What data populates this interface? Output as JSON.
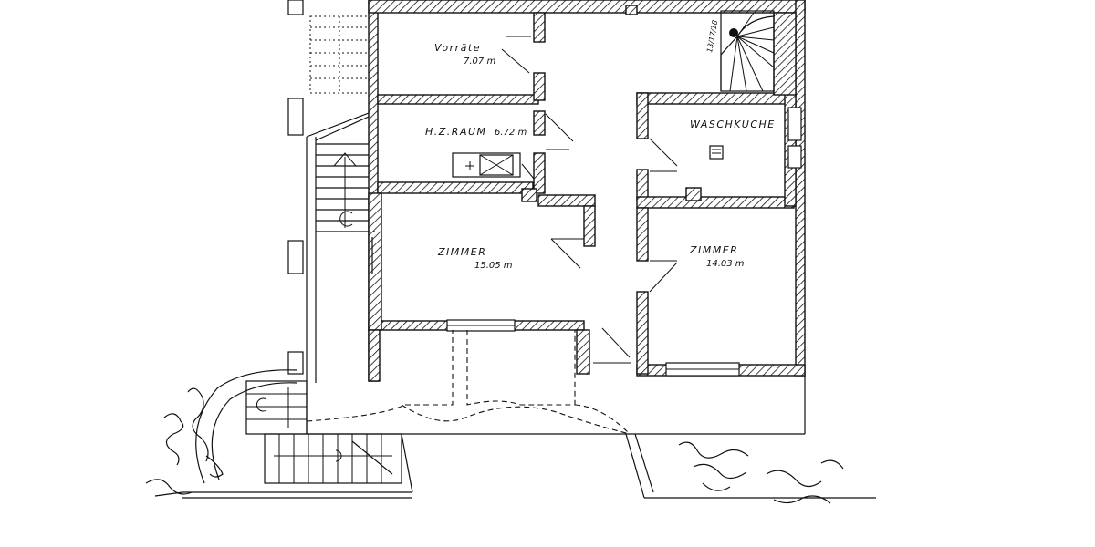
{
  "plan": {
    "rooms": [
      {
        "name": "Vorräte",
        "area": "7.07 m"
      },
      {
        "name": "H.Z.RAUM",
        "area": "6.72 m"
      },
      {
        "name": "WASCHKÜCHE",
        "area": ""
      },
      {
        "name": "ZIMMER",
        "area": "15.05 m"
      },
      {
        "name": "ZIMMER",
        "area": "14.03 m"
      }
    ],
    "stair_label": "13/17/18",
    "colors": {
      "ink": "#111111",
      "paper": "#ffffff"
    }
  }
}
